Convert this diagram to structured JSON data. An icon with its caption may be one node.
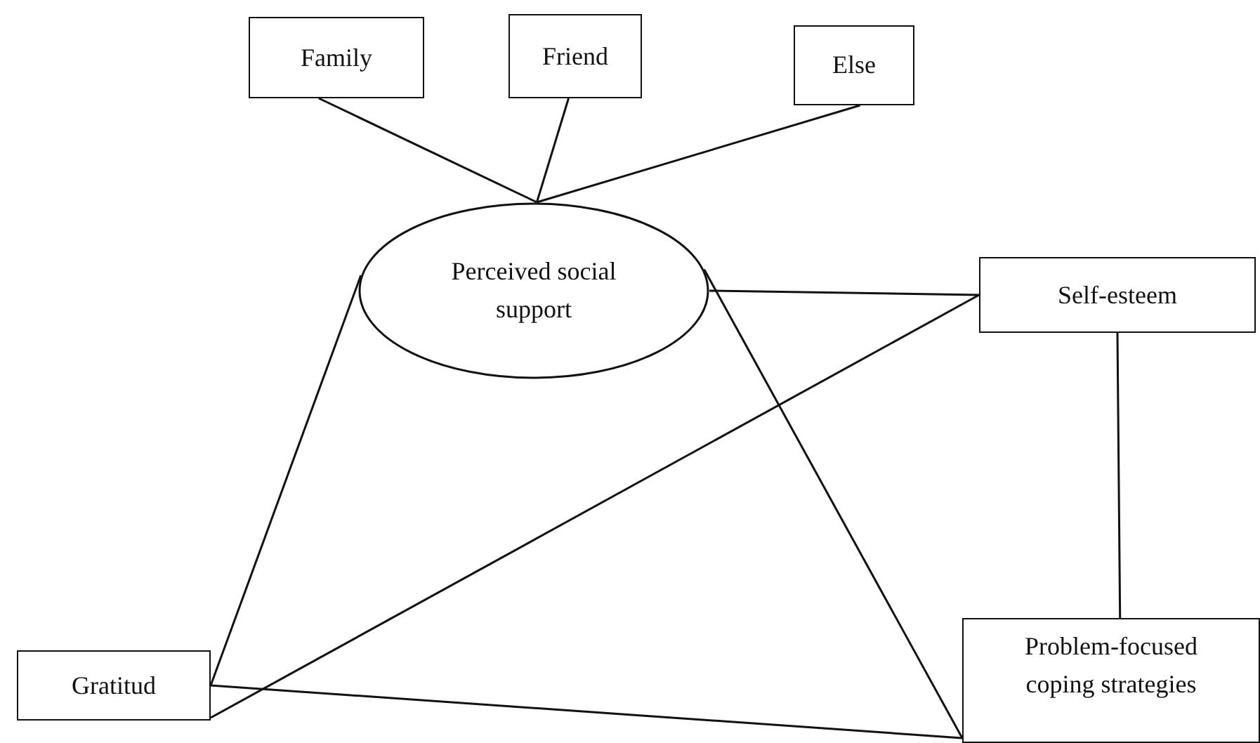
{
  "diagram": {
    "nodes": [
      {
        "text": [
          "Family"
        ]
      },
      {
        "text": [
          "Friend"
        ]
      },
      {
        "text": [
          "Else"
        ]
      },
      {
        "text": [
          "Perceived social support"
        ]
      },
      {
        "text": [
          "Self-esteem"
        ]
      },
      {
        "text": [
          "Gratitud"
        ]
      },
      {
        "text": [
          "Problem-focused coping strategies"
        ]
      }
    ],
    "edges": [
      {
        "from": 0,
        "to": 3,
        "arrow": "none"
      },
      {
        "from": 1,
        "to": 3,
        "arrow": "none"
      },
      {
        "from": 2,
        "to": 3,
        "arrow": "none"
      },
      {
        "from": 3,
        "to": 4,
        "arrow": "none"
      },
      {
        "from": 3,
        "to": 5,
        "arrow": "none"
      },
      {
        "from": 3,
        "to": 6,
        "arrow": "none"
      },
      {
        "from": 4,
        "to": 5,
        "arrow": "none"
      },
      {
        "from": 4,
        "to": 6,
        "arrow": "none"
      },
      {
        "from": 5,
        "to": 6,
        "arrow": "none"
      }
    ]
  }
}
